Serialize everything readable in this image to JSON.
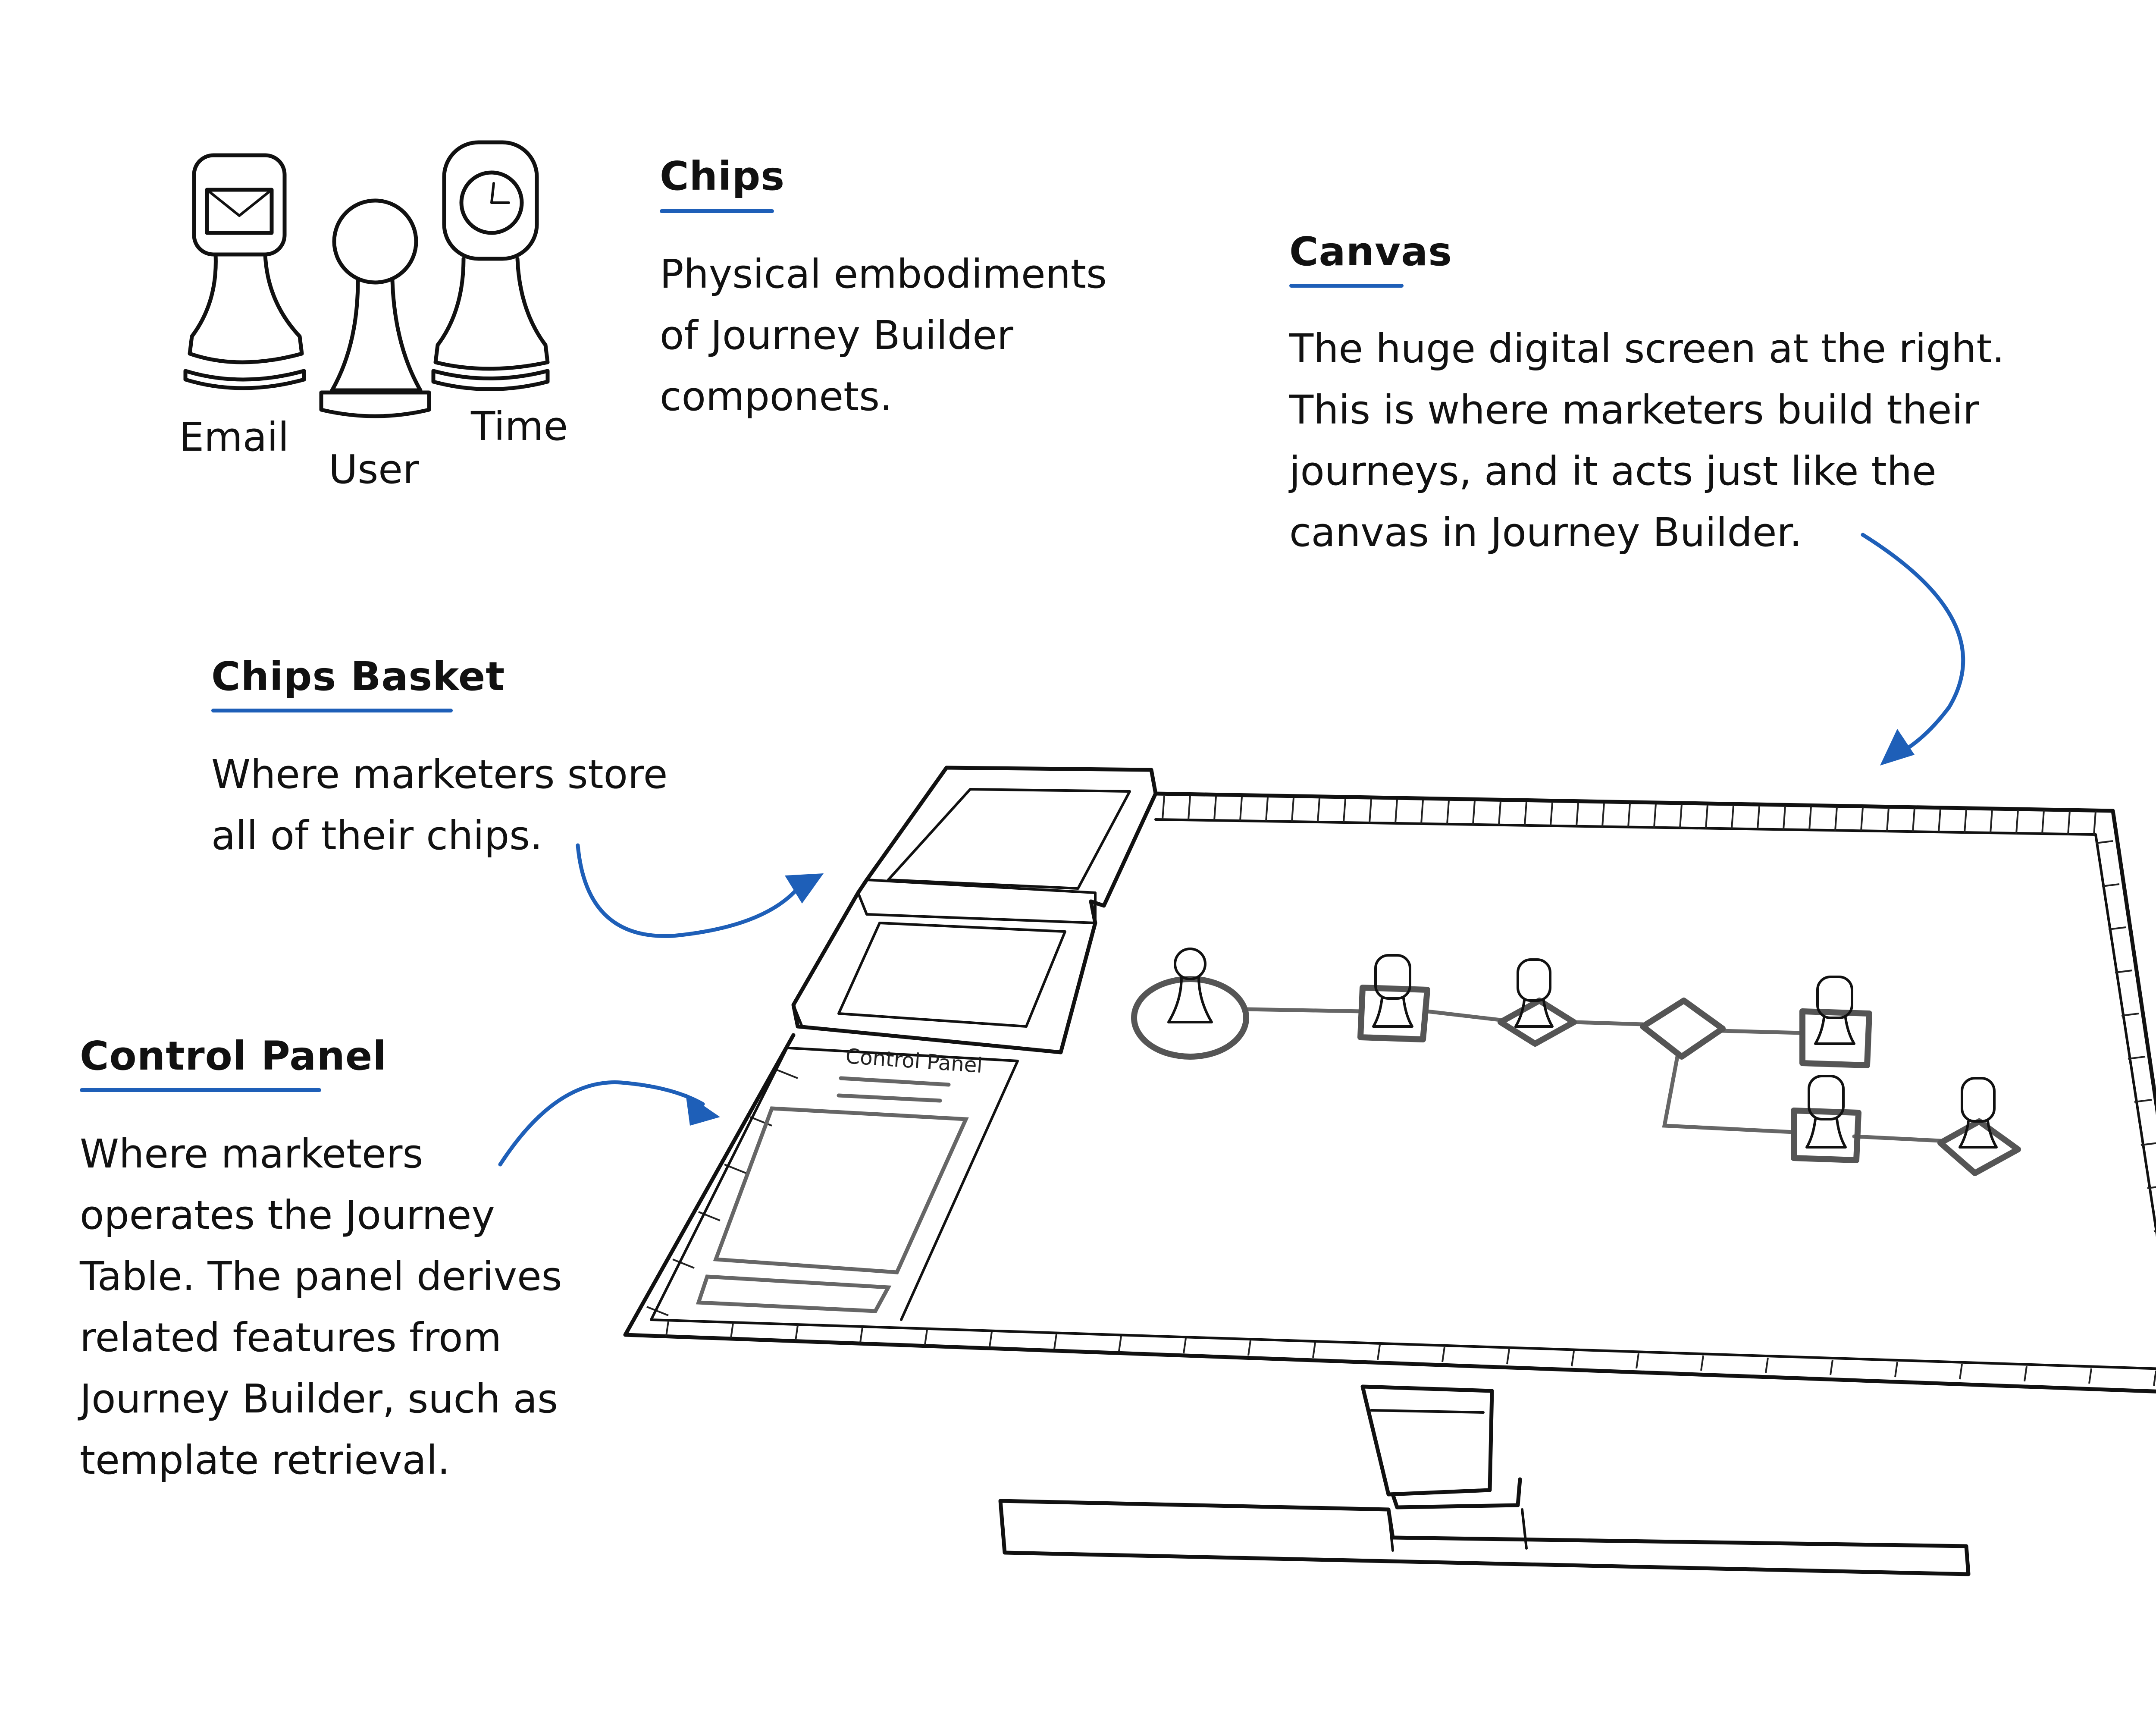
{
  "chips_section": {
    "title": "Chips",
    "description_lines": [
      "Physical embodiments",
      "of Journey Builder",
      "componets."
    ],
    "chip_labels": {
      "email": "Email",
      "user": "User",
      "time": "Time"
    }
  },
  "canvas_section": {
    "title": "Canvas",
    "description_lines": [
      "The huge digital screen at the right.",
      "This is where marketers build their",
      "journeys, and it acts just like the",
      "canvas in Journey Builder."
    ]
  },
  "chips_basket_section": {
    "title": "Chips Basket",
    "description_lines": [
      "Where marketers store",
      "all of their chips."
    ]
  },
  "control_panel_section": {
    "title": "Control Panel",
    "description_lines": [
      "Where marketers",
      "operates the Journey",
      "Table. The panel derives",
      "related features from",
      "Journey Builder, such as",
      "template retrieval."
    ]
  },
  "table_sketch": {
    "panel_caption": "Control Panel"
  },
  "colors": {
    "accent": "#1e5fb8",
    "ink": "#111111",
    "canvas_grey": "#555555"
  }
}
